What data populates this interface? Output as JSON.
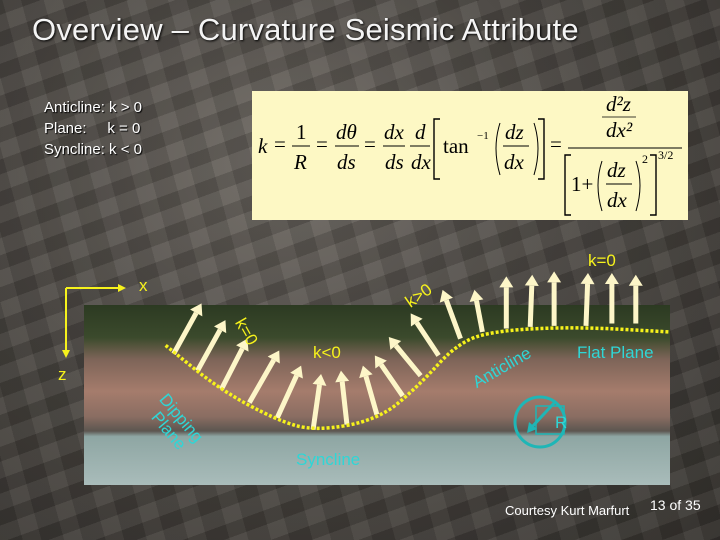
{
  "title": "Overview – Curvature Seismic Attribute",
  "legend": [
    "Anticline: k > 0",
    "Plane:     k = 0",
    "Syncline: k < 0"
  ],
  "formula": {
    "k": "k",
    "one": "1",
    "R": "R",
    "dtheta": "dθ",
    "ds": "ds",
    "dx": "dx",
    "d": "d",
    "tan": "tan",
    "inv": "−1",
    "dz": "dz",
    "d2z": "d²z",
    "dx2": "dx²",
    "one_plus": "1+",
    "sq": "2",
    "exp": "3/2",
    "eq": "="
  },
  "labels": {
    "k_eq_0_top": "k=0",
    "x_axis": "x",
    "z_axis": "z",
    "k_gt_0": "k>0",
    "k_eq_0_dip": "k=0",
    "k_lt_0": "k<0",
    "dipping": "Dipping",
    "plane": "Plane",
    "anticline": "Anticline",
    "flat_plane": "Flat Plane",
    "radius": "R",
    "syncline": "Syncline"
  },
  "footer": {
    "courtesy": "Courtesy Kurt Marfurt",
    "page": "13 of 35"
  },
  "colors": {
    "annotation_yellow": "#f6f21c",
    "annotation_cyan": "#2fd6d6",
    "arrow": "#fdf6c8",
    "formula_bg": "#fdf8c4"
  }
}
